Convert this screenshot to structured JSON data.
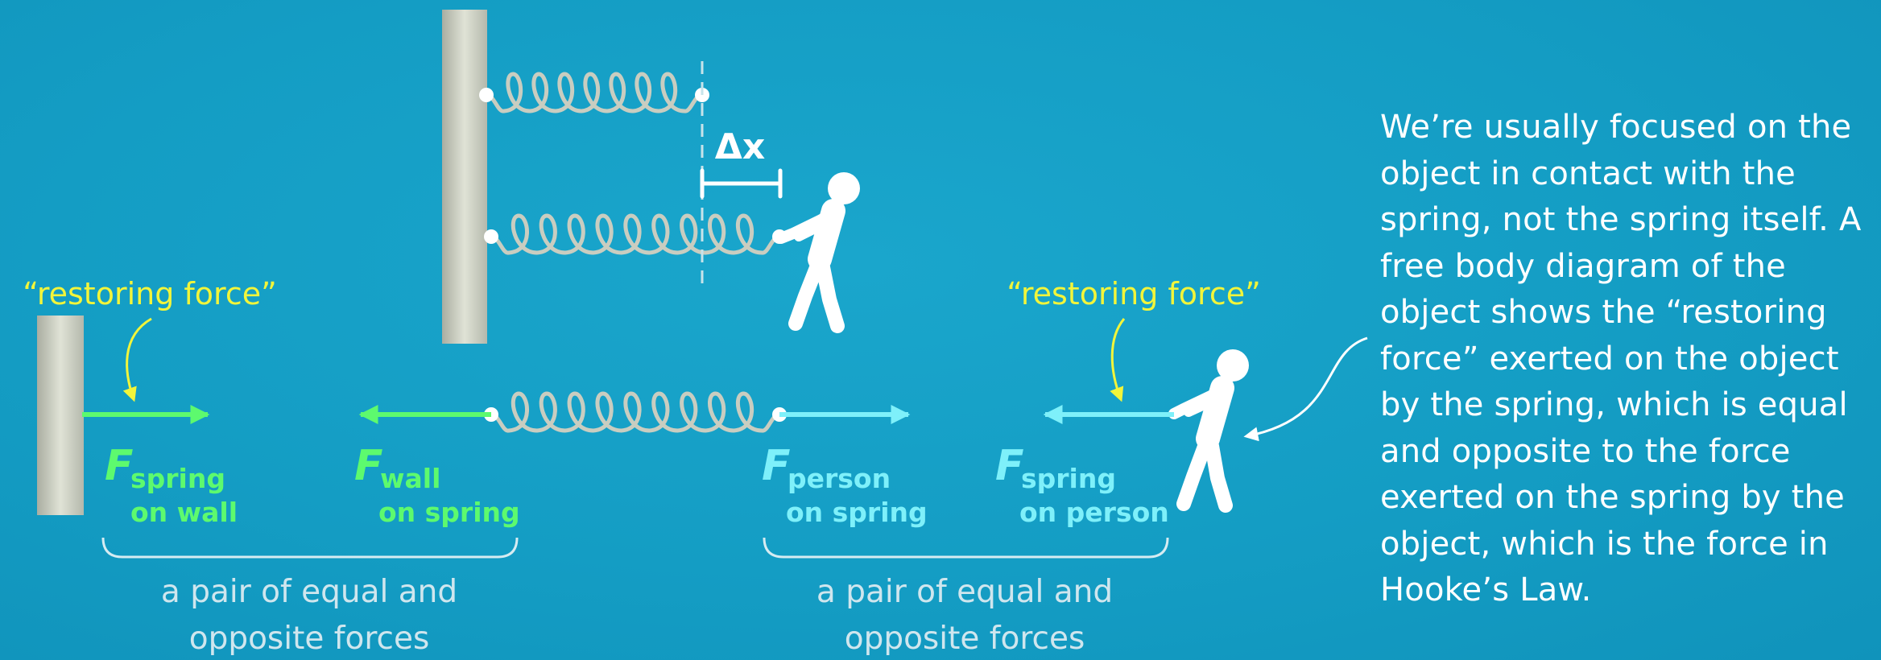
{
  "restoring_force_left": "“restoring force”",
  "restoring_force_right": "“restoring force”",
  "delta_x": "Δx",
  "forces": {
    "spring_on_wall": {
      "symbol": "F",
      "sub1": "spring",
      "sub2": "on wall"
    },
    "wall_on_spring": {
      "symbol": "F",
      "sub1": "wall",
      "sub2": "on spring"
    },
    "person_on_spring": {
      "symbol": "F",
      "sub1": "person",
      "sub2": "on spring"
    },
    "spring_on_person": {
      "symbol": "F",
      "sub1": "spring",
      "sub2": "on person"
    }
  },
  "pair_label_left": {
    "line1": "a pair of equal and",
    "line2": "opposite forces"
  },
  "pair_label_right": {
    "line1": "a pair of equal and",
    "line2": "opposite forces"
  },
  "explanation": "We’re usually focused on the object in contact with the spring, not the spring itself. A free body diagram of the object shows the “restoring force” exerted on the object by the spring, which is equal and opposite to the force exerted on the spring by the object, which is the force in Hooke’s Law.",
  "colors": {
    "background": "#149dc4",
    "green_force": "#5dfa6e",
    "cyan_force": "#7ef0fa",
    "yellow_label": "#f2f53a",
    "bracket_text": "#cfe6ee",
    "wall": "#c9cdc0"
  }
}
